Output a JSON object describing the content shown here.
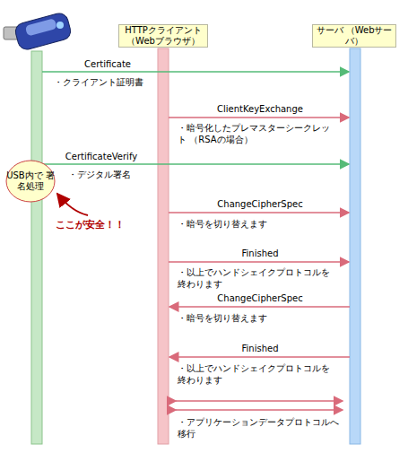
{
  "diagram": {
    "nodes": [
      {
        "text": [
          "HTTPクライアント （Webブラウザ）"
        ]
      },
      {
        "text": [
          "サーバ （Webサーバ）"
        ]
      },
      {
        "text": [
          "USB内で 署名処理"
        ]
      }
    ],
    "labels": [
      "Certificate",
      "・クライアント証明書",
      "ClientKeyExchange",
      "・暗号化したプレマスターシークレット （RSAの場合）",
      "CertificateVerify",
      "・デジタル署名",
      "ここが安全！！",
      "ChangeCipherSpec",
      "・暗号を切り替えます",
      "Finished",
      "・以上でハンドシェイクプロトコルを 終わります",
      "ChangeCipherSpec",
      "・暗号を切り替えます",
      "Finished",
      "・以上でハンドシェイクプロトコルを 終わります",
      "・アプリケーションデータプロトコルへ 移行"
    ]
  }
}
